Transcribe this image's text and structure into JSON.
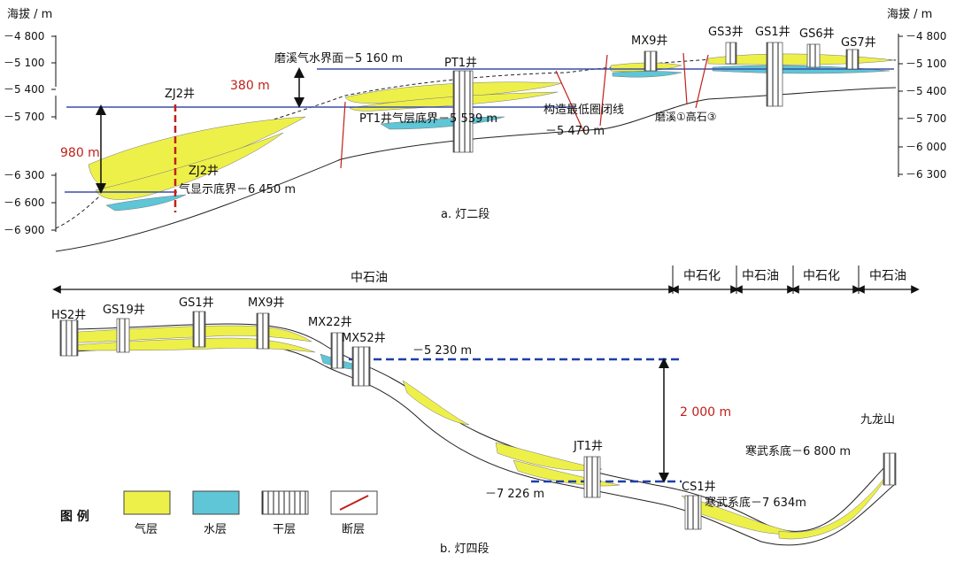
{
  "panel_a": {
    "caption": "a. 灯二段",
    "axis_title_left": "海拔 / m",
    "axis_title_right": "海拔 / m",
    "left_ticks": [
      "－4 800",
      "－5 100",
      "－5 400",
      "－5 700",
      "－6 300",
      "－6 600",
      "－6 900"
    ],
    "right_ticks": [
      "－4 800",
      "－5 100",
      "－5 400",
      "－5 700",
      "－6 000",
      "－6 300"
    ],
    "wells": {
      "zj2": "ZJ2井",
      "pt1": "PT1井",
      "mx9": "MX9井",
      "gs3": "GS3井",
      "gs1": "GS1井",
      "gs6": "GS6井",
      "gs7": "GS7井"
    },
    "annotations": {
      "moxi_gwc": "磨溪气水界面－5 160 m",
      "pt1_gas_bottom": "PT1井气层底界－5 539 m",
      "trap_min": "构造最低圈闭线",
      "trap_min_value": "－5 470 m",
      "zj2_gas_bottom_line1": "ZJ2井",
      "zj2_gas_bottom_line2": "气显示底界－6 450 m",
      "diff_380": "380 m",
      "diff_980": "980 m",
      "faults": "磨溪①高石③"
    }
  },
  "panel_b": {
    "caption": "b. 灯四段",
    "companies": [
      "中石油",
      "中石化",
      "中石油",
      "中石化",
      "中石油"
    ],
    "wells": {
      "hs2": "HS2井",
      "gs19": "GS19井",
      "gs1": "GS1井",
      "mx9": "MX9井",
      "mx22": "MX22井",
      "mx52": "MX52井",
      "jt1": "JT1井",
      "cs1": "CS1井",
      "jls": "九龙山"
    },
    "annotations": {
      "level_top": "－5 230 m",
      "diff_2000": "2 000 m",
      "level_bottom": "－7 226 m",
      "cambrian_jls": "寒武系底－6 800 m",
      "cambrian_cs1": "寒武系底－7 634m"
    }
  },
  "legend": {
    "title": "图 例",
    "items": [
      {
        "label": "气层",
        "color": "#eef04a"
      },
      {
        "label": "水层",
        "color": "#5ec6d6"
      },
      {
        "label": "干层",
        "color": "#ffffff"
      },
      {
        "label": "断层",
        "color": "#c0201a"
      }
    ]
  },
  "colors": {
    "gas": "#eef04a",
    "water": "#5ec6d6",
    "fault": "#c0201a",
    "gwc_line": "#3b4fa8",
    "level_line": "#1f3fa8",
    "annotation_red": "#c0201a"
  }
}
